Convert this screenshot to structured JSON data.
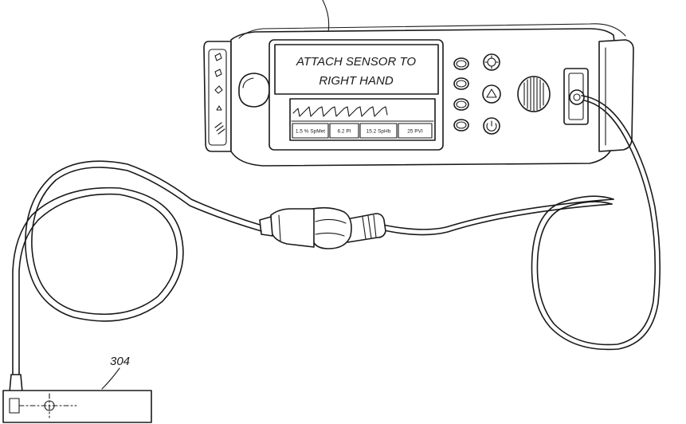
{
  "display": {
    "message_line1": "ATTACH SENSOR TO",
    "message_line2": "RIGHT HAND",
    "parameters": [
      "1.5 % SpMet",
      "6.2 PI",
      "15.2 SpHb",
      "25 PVI"
    ]
  },
  "references": {
    "sensor_label": "304"
  },
  "colors": {
    "stroke": "#1a1a1a",
    "background": "#ffffff"
  }
}
